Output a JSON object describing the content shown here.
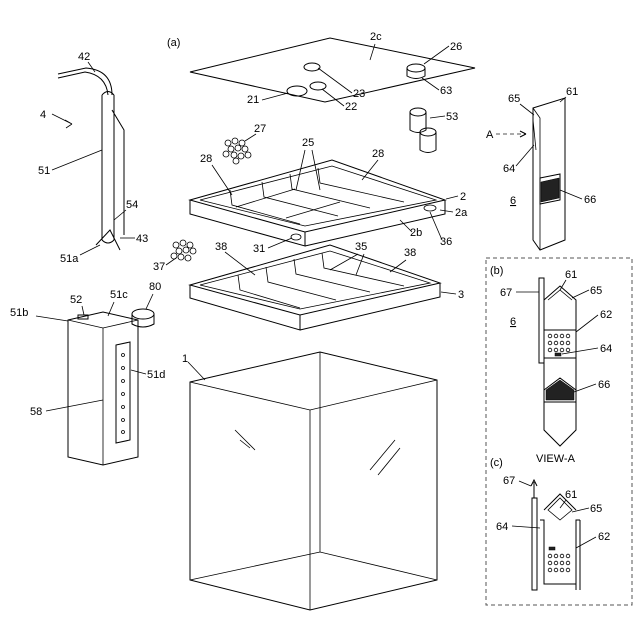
{
  "labels": {
    "fig_a": "(a)",
    "fig_b": "(b)",
    "fig_c": "(c)",
    "view_a": "VIEW-A",
    "arrow_a": "A",
    "n1": "1",
    "n2": "2",
    "n2a": "2a",
    "n2b": "2b",
    "n2c": "2c",
    "n3": "3",
    "n4": "4",
    "n21": "21",
    "n22": "22",
    "n23": "23",
    "n25": "25",
    "n26": "26",
    "n27": "27",
    "n28a": "28",
    "n28b": "28",
    "n31": "31",
    "n35": "35",
    "n36": "36",
    "n37": "37",
    "n38a": "38",
    "n38b": "38",
    "n42": "42",
    "n43": "43",
    "n51": "51",
    "n51a": "51a",
    "n51b": "51b",
    "n51c": "51c",
    "n51d": "51d",
    "n52": "52",
    "n53": "53",
    "n54": "54",
    "n58": "58",
    "n61": "61",
    "n61b": "61",
    "n61c": "61",
    "n62b": "62",
    "n62c": "62",
    "n63": "63",
    "n64": "64",
    "n64b": "64",
    "n64c": "64",
    "n65": "65",
    "n65b": "65",
    "n65c": "65",
    "n66": "66",
    "n66b": "66",
    "n67b": "67",
    "n67c": "67",
    "n6": "6",
    "n6b": "6",
    "n80": "80"
  }
}
